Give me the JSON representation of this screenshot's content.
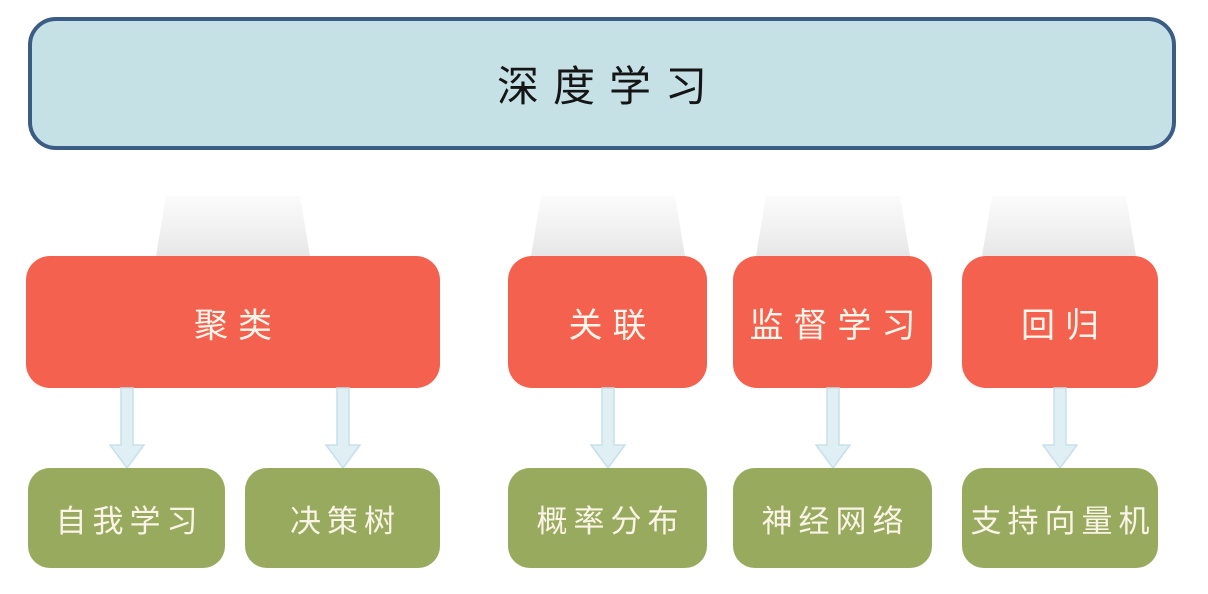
{
  "diagram": {
    "title": "深度学习",
    "categories": [
      {
        "label": "聚类"
      },
      {
        "label": "关联"
      },
      {
        "label": "监督学习"
      },
      {
        "label": "回归"
      }
    ],
    "leaves": [
      {
        "label": "自我学习"
      },
      {
        "label": "决策树"
      },
      {
        "label": "概率分布"
      },
      {
        "label": "神经网络"
      },
      {
        "label": "支持向量机"
      }
    ],
    "colors": {
      "title_fill": "#c5e1e6",
      "title_border": "#3a5c85",
      "title_text": "#151515",
      "category_fill": "#f4614e",
      "leaf_fill": "#98aa5e",
      "node_text": "#fdf6ec",
      "arrow_fill": "#e0eff4",
      "arrow_stroke": "#c6e0e9",
      "funnel_top": "#fbfbfb",
      "funnel_bottom": "#e6e6e6"
    }
  }
}
